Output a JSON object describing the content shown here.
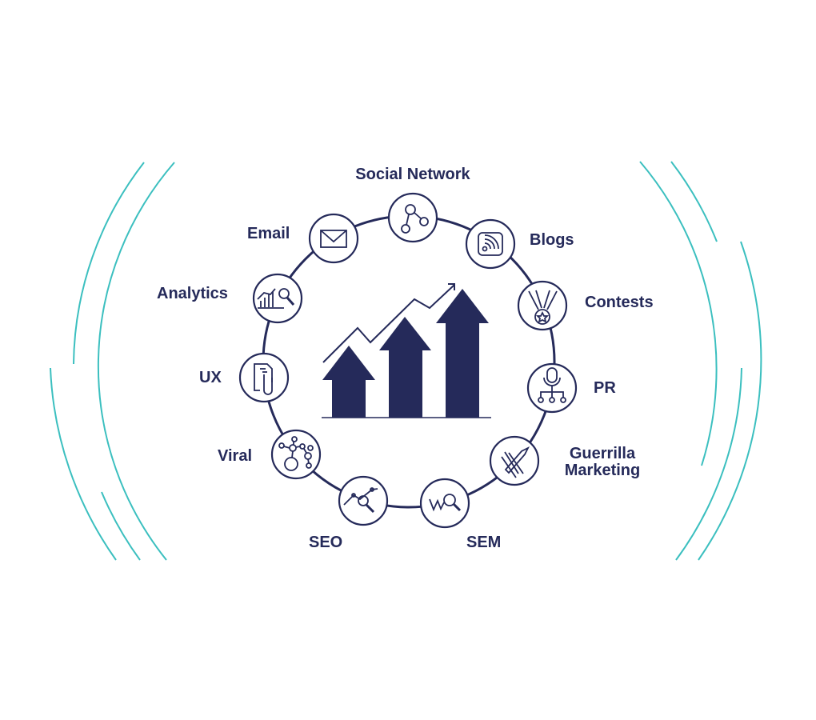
{
  "colors": {
    "navy": "#252a5a",
    "teal": "#3bbfbf"
  },
  "center_icon": "growth-chart-arrows",
  "nodes": [
    {
      "label": "Social Network",
      "icon": "share-network-icon"
    },
    {
      "label": "Blogs",
      "icon": "rss-feed-icon"
    },
    {
      "label": "Contests",
      "icon": "medal-icon"
    },
    {
      "label": "PR",
      "icon": "microphone-hierarchy-icon"
    },
    {
      "label": "Guerrilla",
      "label2": "Marketing",
      "icon": "rocket-icon"
    },
    {
      "label": "SEM",
      "icon": "search-graph-icon"
    },
    {
      "label": "SEO",
      "icon": "seo-magnifier-icon"
    },
    {
      "label": "Viral",
      "icon": "molecule-network-icon"
    },
    {
      "label": "UX",
      "icon": "document-clip-icon"
    },
    {
      "label": "Analytics",
      "icon": "chart-magnifier-icon"
    },
    {
      "label": "Email",
      "icon": "envelope-icon"
    }
  ]
}
